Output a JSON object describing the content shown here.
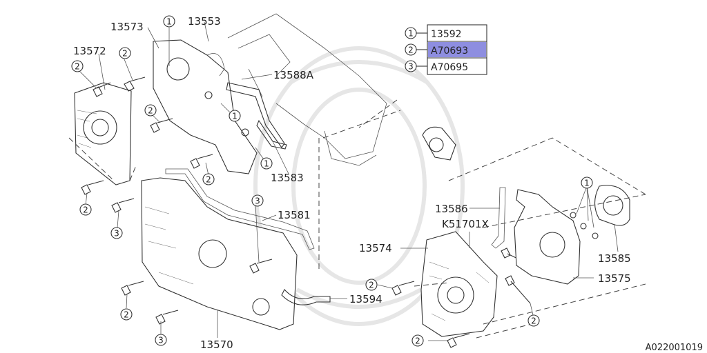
{
  "legend": [
    {
      "num": "1",
      "code": "13592",
      "highlighted": false
    },
    {
      "num": "2",
      "code": "A70693",
      "highlighted": true
    },
    {
      "num": "3",
      "code": "A70695",
      "highlighted": false
    }
  ],
  "part_numbers": {
    "p13573": "13573",
    "p13553": "13553",
    "p13572": "13572",
    "p13588A": "13588A",
    "p13583": "13583",
    "p13581": "13581",
    "p13586": "13586",
    "pK51701X": "K51701X",
    "p13574": "13574",
    "p13585": "13585",
    "p13575": "13575",
    "p13594": "13594",
    "p13570": "13570"
  },
  "callouts": {
    "c1": "1",
    "c2": "2",
    "c3": "3"
  },
  "diagram_id": "A022001019",
  "colors": {
    "highlight": "#8e8ee0",
    "line": "#333333"
  }
}
